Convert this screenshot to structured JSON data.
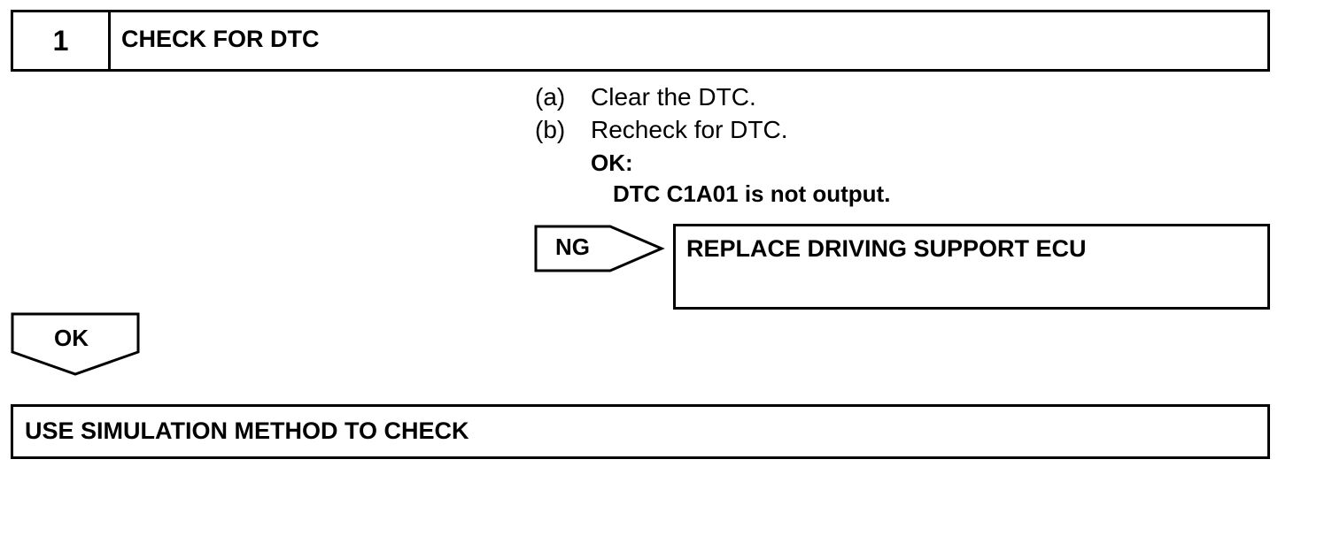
{
  "step": {
    "number": "1",
    "title": "CHECK FOR DTC"
  },
  "instructions": [
    {
      "label": "(a)",
      "text": "Clear the DTC."
    },
    {
      "label": "(b)",
      "text": "Recheck for DTC."
    }
  ],
  "ok_condition": {
    "label": "OK:",
    "detail": "DTC C1A01 is not output."
  },
  "ng_branch": {
    "label": "NG",
    "result": "REPLACE DRIVING SUPPORT ECU"
  },
  "ok_branch": {
    "label": "OK",
    "result": "USE SIMULATION METHOD TO CHECK"
  }
}
